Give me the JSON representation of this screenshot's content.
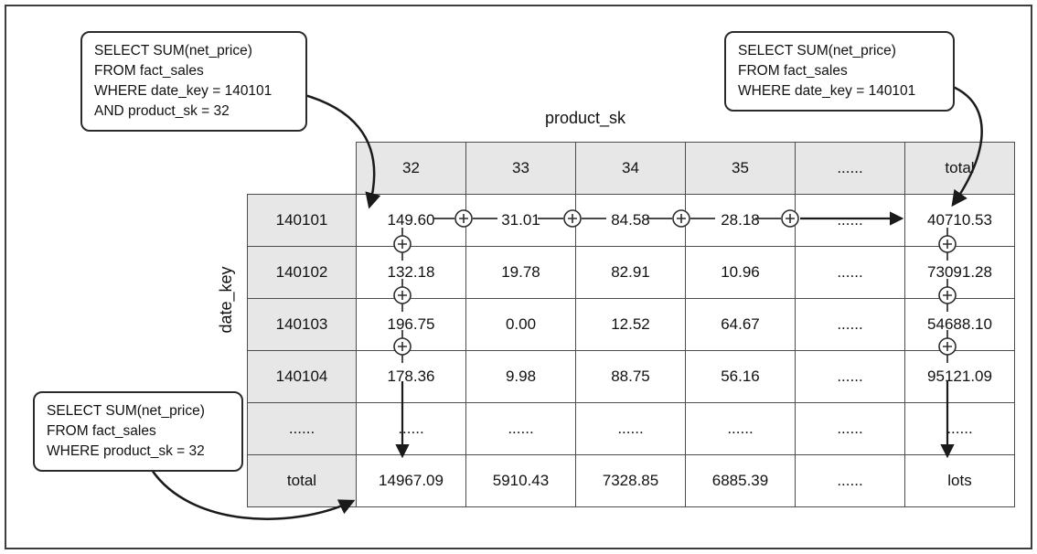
{
  "diagram": {
    "col_axis_label": "product_sk",
    "row_axis_label": "date_key",
    "col_headers": [
      "32",
      "33",
      "34",
      "35",
      "......",
      "total"
    ],
    "rows": [
      {
        "header": "140101",
        "cells": [
          "149.60",
          "31.01",
          "84.58",
          "28.18",
          "......",
          "40710.53"
        ]
      },
      {
        "header": "140102",
        "cells": [
          "132.18",
          "19.78",
          "82.91",
          "10.96",
          "......",
          "73091.28"
        ]
      },
      {
        "header": "140103",
        "cells": [
          "196.75",
          "0.00",
          "12.52",
          "64.67",
          "......",
          "54688.10"
        ]
      },
      {
        "header": "140104",
        "cells": [
          "178.36",
          "9.98",
          "88.75",
          "56.16",
          "......",
          "95121.09"
        ]
      },
      {
        "header": "......",
        "cells": [
          "......",
          "......",
          "......",
          "......",
          "......",
          "......"
        ]
      },
      {
        "header": "total",
        "cells": [
          "14967.09",
          "5910.43",
          "7328.85",
          "6885.39",
          "......",
          "lots"
        ]
      }
    ],
    "callouts": {
      "top_left": {
        "lines": [
          "SELECT SUM(net_price)",
          "FROM fact_sales",
          "WHERE date_key = 140101",
          "AND product_sk = 32"
        ]
      },
      "top_right": {
        "lines": [
          "SELECT SUM(net_price)",
          "FROM fact_sales",
          "WHERE date_key = 140101"
        ]
      },
      "bottom_left": {
        "lines": [
          "SELECT SUM(net_price)",
          "FROM fact_sales",
          "WHERE product_sk = 32"
        ]
      }
    },
    "plus_symbol": "+",
    "colors": {
      "header_bg": "#e7e7e7",
      "border": "#4d4d4d",
      "text": "#111111"
    }
  }
}
